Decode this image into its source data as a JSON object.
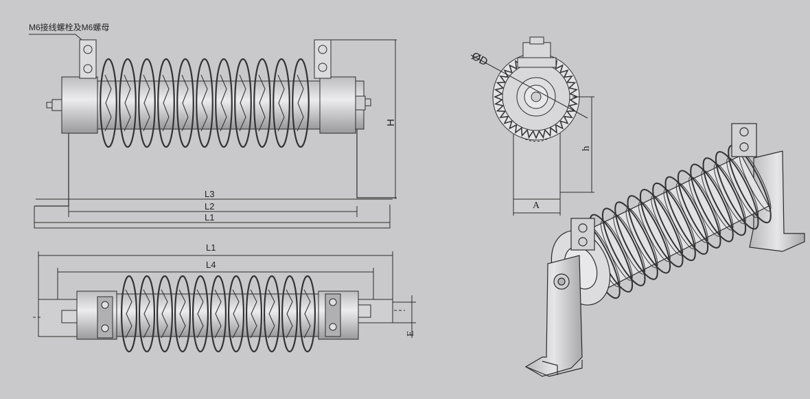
{
  "callout": {
    "text": "M6接线螺栓及M6螺母"
  },
  "front_view": {
    "dims": {
      "l3": "L3",
      "l2": "L2",
      "l1": "L1",
      "h": "H"
    }
  },
  "top_view": {
    "dims": {
      "l1": "L1",
      "l4": "L4",
      "e": "E"
    }
  },
  "side_view": {
    "dims": {
      "d": "ØD",
      "h": "h",
      "a": "A"
    }
  },
  "colors": {
    "background": "#c9c9cb",
    "line": "#2a2a2a",
    "coil_dark": "#3a3a3a",
    "metal": "#d4d4d6"
  }
}
